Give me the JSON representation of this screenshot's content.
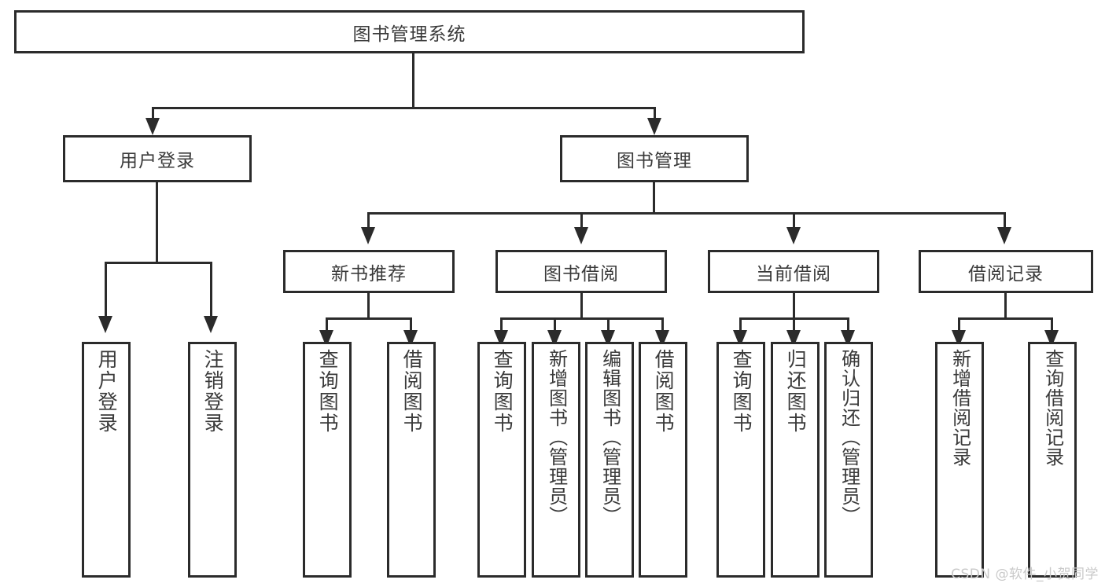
{
  "diagram": {
    "title": "图书管理系统",
    "type": "tree-hierarchy-diagram",
    "root": {
      "id": "root",
      "label": "图书管理系统"
    },
    "level2": [
      {
        "id": "user-login",
        "label": "用户登录"
      },
      {
        "id": "book-management",
        "label": "图书管理"
      }
    ],
    "level3": [
      {
        "id": "new-book-recommend",
        "label": "新书推荐",
        "parent": "book-management"
      },
      {
        "id": "book-borrow",
        "label": "图书借阅",
        "parent": "book-management"
      },
      {
        "id": "current-borrow",
        "label": "当前借阅",
        "parent": "book-management"
      },
      {
        "id": "borrow-record",
        "label": "借阅记录",
        "parent": "book-management"
      }
    ],
    "leaves": {
      "user_login": [
        {
          "id": "leaf-user-login",
          "label": "用户登录"
        },
        {
          "id": "leaf-logout-login",
          "label": "注销登录"
        }
      ],
      "new_book_recommend": [
        {
          "id": "leaf-query-book-1",
          "label": "查询图书"
        },
        {
          "id": "leaf-borrow-book-1",
          "label": "借阅图书"
        }
      ],
      "book_borrow": [
        {
          "id": "leaf-query-book-2",
          "label": "查询图书"
        },
        {
          "id": "leaf-add-book",
          "label": "新增图书（管理员）"
        },
        {
          "id": "leaf-edit-book",
          "label": "编辑图书（管理员）"
        },
        {
          "id": "leaf-borrow-book-2",
          "label": "借阅图书"
        }
      ],
      "current_borrow": [
        {
          "id": "leaf-query-book-3",
          "label": "查询图书"
        },
        {
          "id": "leaf-return-book",
          "label": "归还图书"
        },
        {
          "id": "leaf-confirm-return",
          "label": "确认归还（管理员）"
        }
      ],
      "borrow_record": [
        {
          "id": "leaf-add-borrow-record",
          "label": "新增借阅记录"
        },
        {
          "id": "leaf-query-borrow-record",
          "label": "查询借阅记录"
        }
      ]
    }
  },
  "watermark": {
    "text": "CSDN @软件_小贺同学"
  },
  "colors": {
    "stroke": "#2b2b2b",
    "text": "#3a3a3a",
    "background": "#ffffff",
    "watermark": "#c9c9c9"
  }
}
